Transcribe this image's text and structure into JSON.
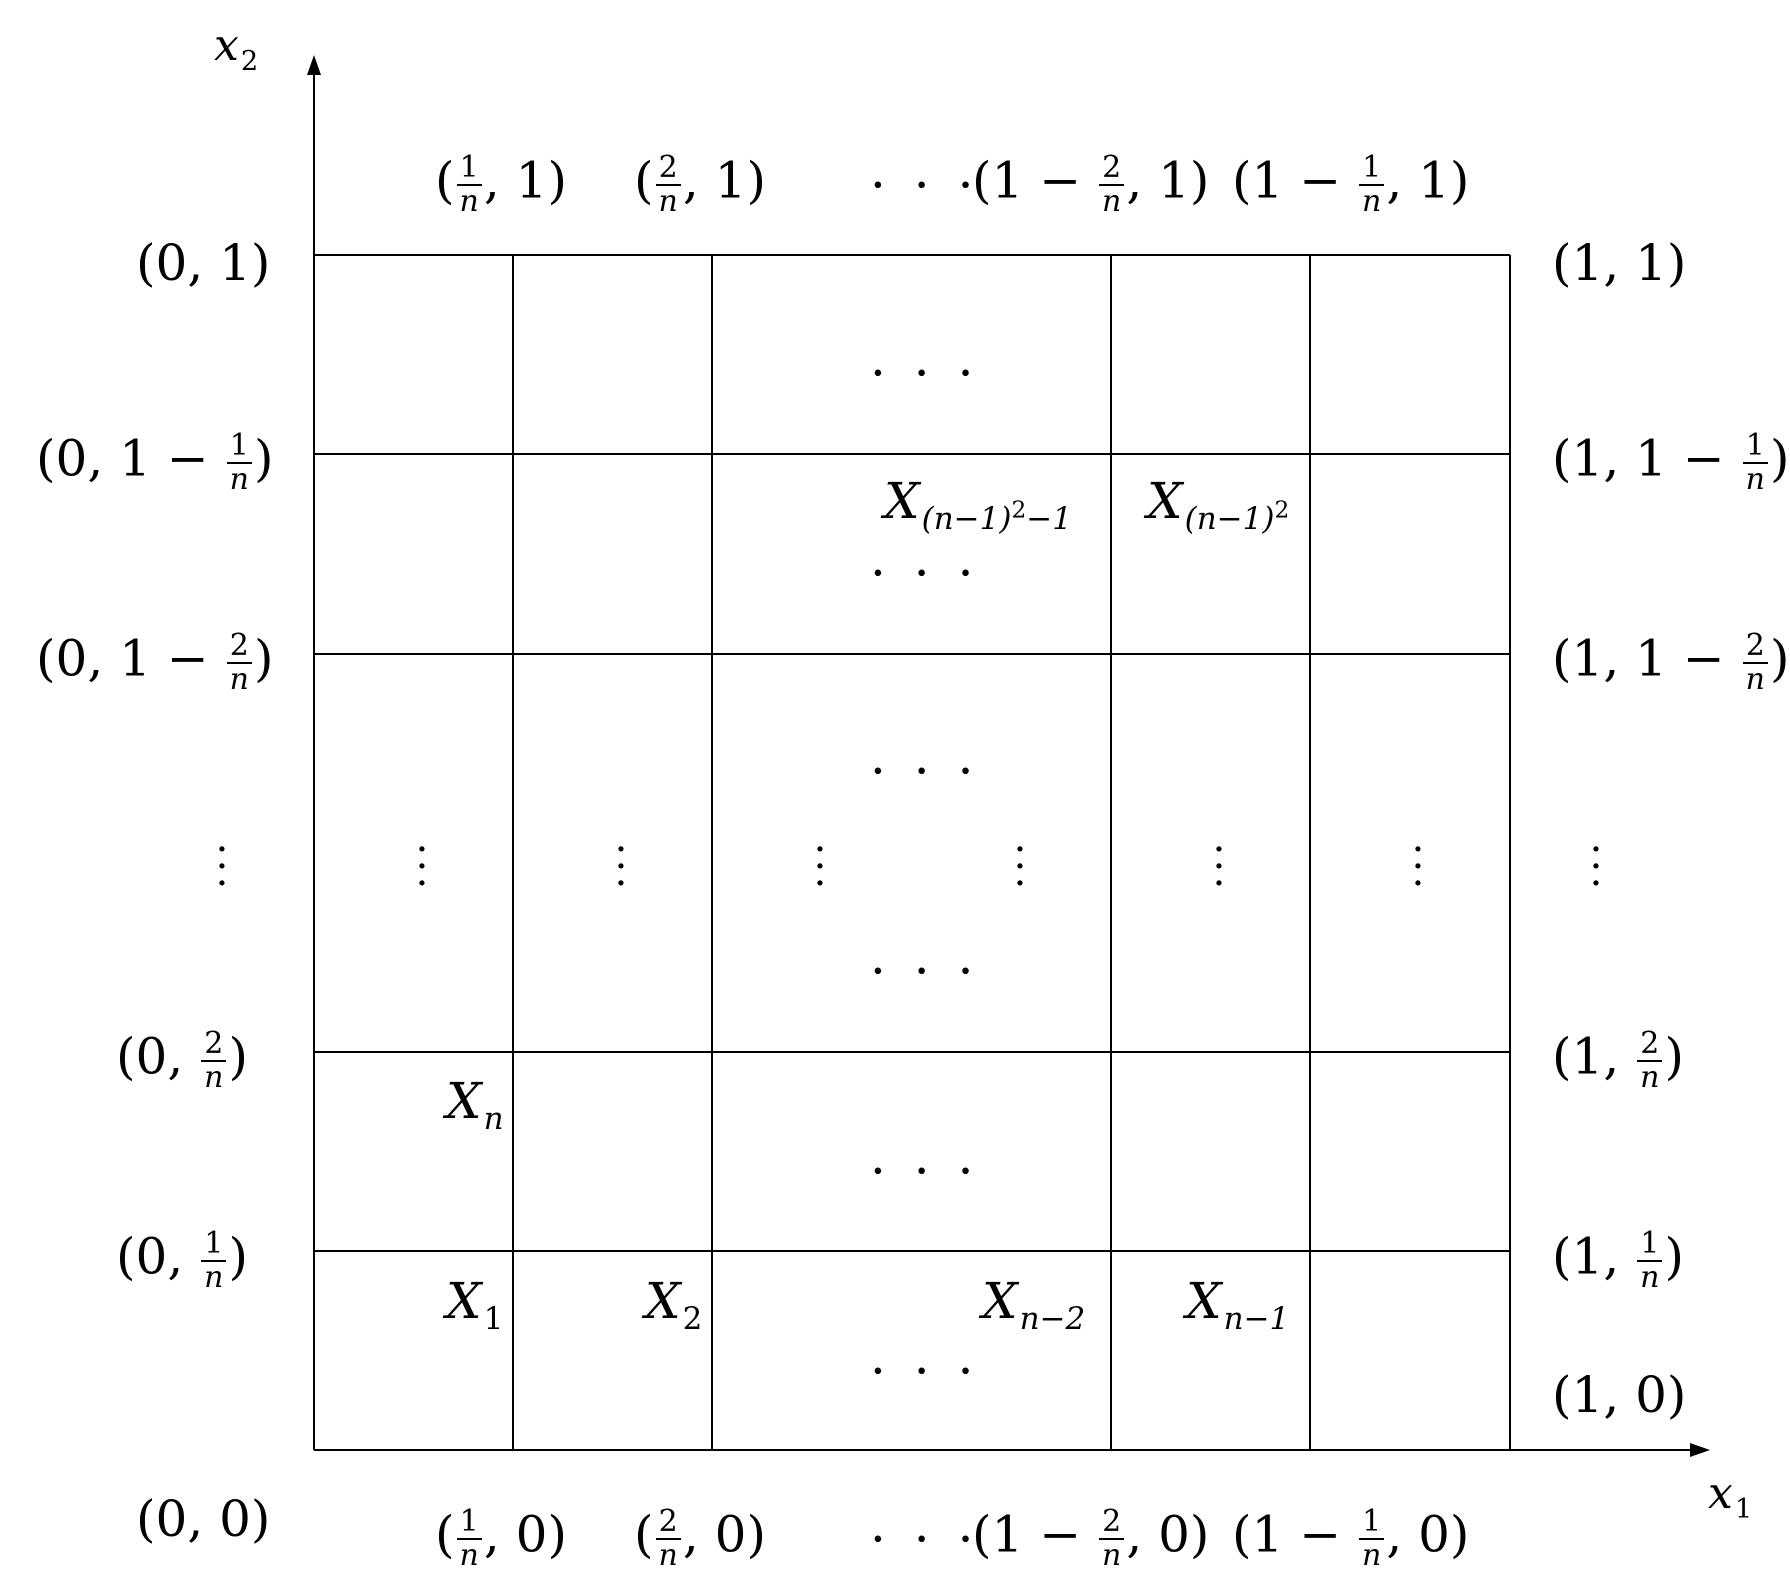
{
  "axes": {
    "x_label": "x",
    "x_sub": "1",
    "y_label": "x",
    "y_sub": "2"
  },
  "top_labels": {
    "t1": {
      "num": "1",
      "den": "n",
      "tail": ", 1)"
    },
    "t2": {
      "num": "2",
      "den": "n",
      "tail": ", 1)"
    },
    "ellipsis": "⋯",
    "t3": {
      "head": "(1 − ",
      "num": "2",
      "den": "n",
      "tail": ", 1)"
    },
    "t4": {
      "head": "(1 − ",
      "num": "1",
      "den": "n",
      "tail": ", 1)"
    }
  },
  "bottom_labels": {
    "b1": {
      "num": "1",
      "den": "n",
      "tail": ", 0)"
    },
    "b2": {
      "num": "2",
      "den": "n",
      "tail": ", 0)"
    },
    "ellipsis": "⋯",
    "b3": {
      "head": "(1 − ",
      "num": "2",
      "den": "n",
      "tail": ", 0)"
    },
    "b4": {
      "head": "(1 − ",
      "num": "1",
      "den": "n",
      "tail": ", 0)"
    }
  },
  "left_labels": {
    "l01": "(0, 1)",
    "l1n": {
      "head": "(0, 1 − ",
      "num": "1",
      "den": "n",
      "tail": ")"
    },
    "l2n": {
      "head": "(0, 1 − ",
      "num": "2",
      "den": "n",
      "tail": ")"
    },
    "lvdots": "⋮",
    "l_2n": {
      "head": "(0, ",
      "num": "2",
      "den": "n",
      "tail": ")"
    },
    "l_1n": {
      "head": "(0, ",
      "num": "1",
      "den": "n",
      "tail": ")"
    },
    "l00": "(0, 0)"
  },
  "right_labels": {
    "r11": "(1, 1)",
    "r1n": {
      "head": "(1, 1 − ",
      "num": "1",
      "den": "n",
      "tail": ")"
    },
    "r2n": {
      "head": "(1, 1 − ",
      "num": "2",
      "den": "n",
      "tail": ")"
    },
    "rvdots": "⋮",
    "r_2n": {
      "head": "(1, ",
      "num": "2",
      "den": "n",
      "tail": ")"
    },
    "r_1n": {
      "head": "(1, ",
      "num": "1",
      "den": "n",
      "tail": ")"
    },
    "r10": "(1, 0)"
  },
  "cells": {
    "x1": {
      "main": "X",
      "sub": "1"
    },
    "x2": {
      "main": "X",
      "sub": "2"
    },
    "xn2": {
      "main": "X",
      "sub": "n−2"
    },
    "xn1": {
      "main": "X",
      "sub": "n−1"
    },
    "xn": {
      "main": "X",
      "sub": "n"
    },
    "xsq1": {
      "main": "X",
      "sub_a": "(n−1)",
      "sup": "2",
      "sub_b": "−1"
    },
    "xsq": {
      "main": "X",
      "sub_a": "(n−1)",
      "sup": "2",
      "sub_b": ""
    }
  },
  "ellipsis_h": "⋯",
  "ellipsis_v": "⋮"
}
